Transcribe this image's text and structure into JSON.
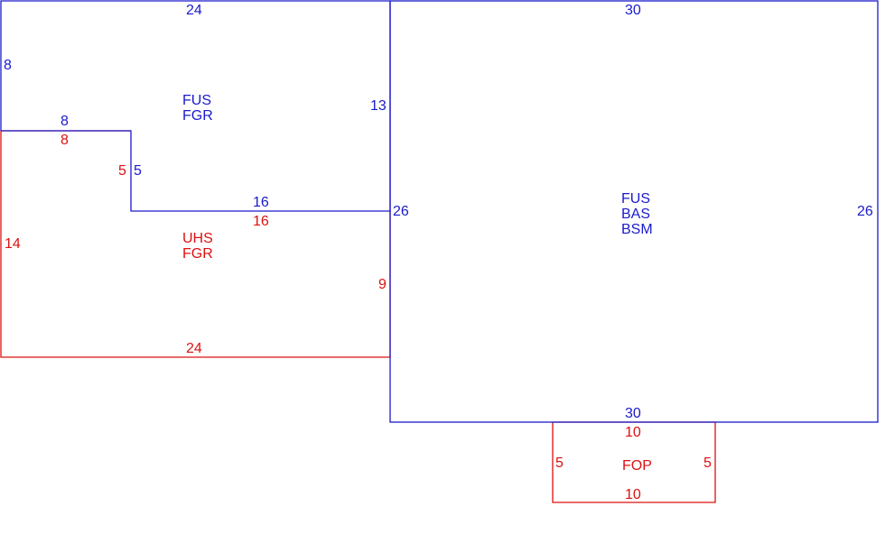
{
  "colors": {
    "upper": "#1a1acc",
    "lower": "#dd1111"
  },
  "areas": {
    "upper_left": {
      "line1": "FUS",
      "line2": "FGR"
    },
    "lower_left": {
      "line1": "UHS",
      "line2": "FGR"
    },
    "main": {
      "line1": "FUS",
      "line2": "BAS",
      "line3": "BSM"
    },
    "porch": {
      "line1": "FOP"
    }
  },
  "dims": {
    "ul_top": "24",
    "ul_left": "8",
    "ul_step_top": "8",
    "ul_step_side": "5",
    "ul_inner": "16",
    "ul_right": "13",
    "ll_step_top": "8",
    "ll_step_side": "5",
    "ll_inner": "16",
    "ll_left": "14",
    "ll_right": "9",
    "ll_bottom": "24",
    "main_top": "30",
    "main_left": "26",
    "main_right": "26",
    "main_bottom": "30",
    "porch_top": "10",
    "porch_left": "5",
    "porch_right": "5",
    "porch_bottom": "10"
  }
}
